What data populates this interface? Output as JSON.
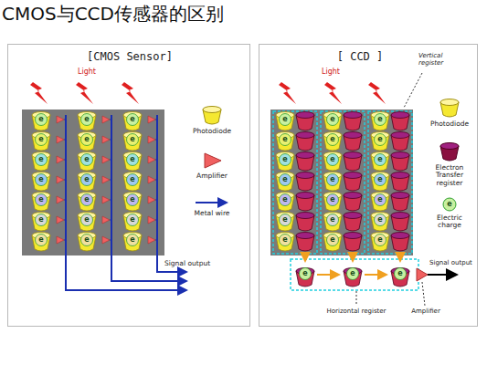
{
  "diagram": {
    "title": "CMOS与CCD传感器的区别",
    "nodes": [
      {
        "text": [
          "[CMOS Sensor]"
        ]
      },
      {
        "text": [
          "[ CCD ]"
        ]
      }
    ],
    "labels": [
      "Light",
      "Signal output",
      "Light",
      "Vertical register",
      "e",
      "Signal output",
      "Horizontal register",
      "Amplifier",
      "e",
      "e",
      "e",
      "e",
      "e",
      "e",
      "e",
      "e",
      "e",
      "e",
      "e",
      "e",
      "e",
      "e",
      "e",
      "e",
      "e",
      "e",
      "e",
      "e",
      "e",
      "e",
      "e",
      "e",
      "e",
      "e",
      "e",
      "e",
      "e",
      "e",
      "e",
      "e",
      "e",
      "e",
      "e",
      "e",
      "e",
      "e",
      "e",
      "e",
      "e",
      "e",
      "e",
      "e",
      "e"
    ],
    "legend": [
      {
        "text": "Photodiode"
      },
      {
        "text": "Amplifier"
      },
      {
        "text": "Metal wire"
      },
      {
        "text": "Photodiode"
      },
      {
        "text": "Electron Transfer register"
      },
      {
        "text": "Electric charge"
      }
    ]
  }
}
